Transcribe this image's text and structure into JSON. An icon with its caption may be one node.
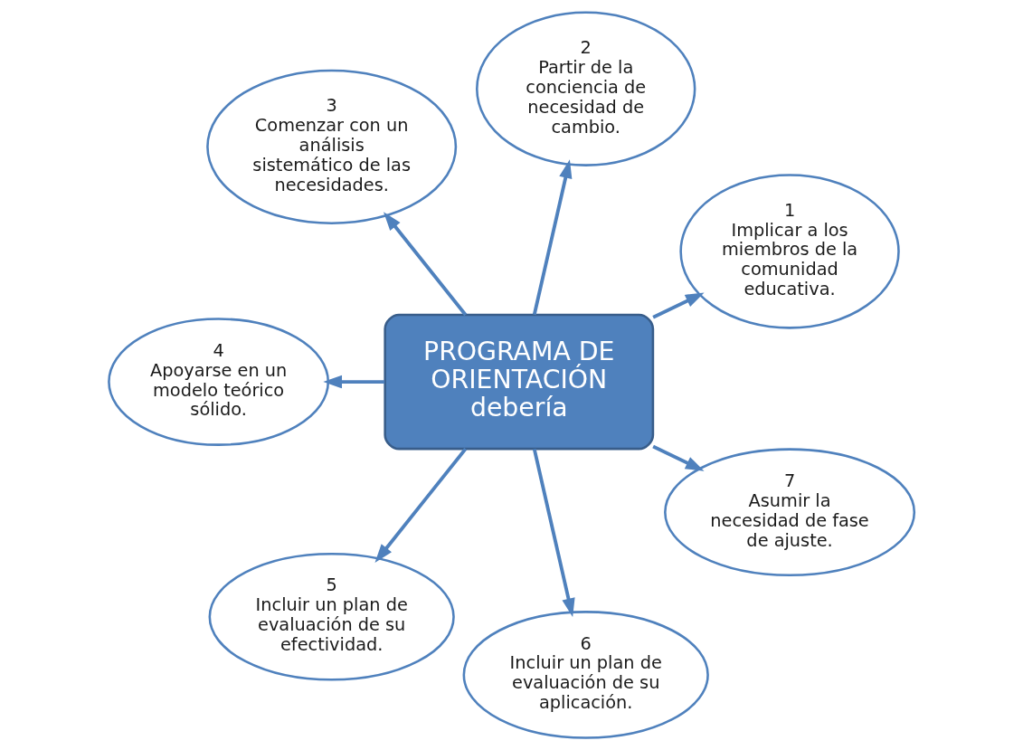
{
  "diagram": {
    "nodes": [
      {
        "text": [
          "PROGRAMA DE ORIENTACIÓN debería"
        ]
      },
      {
        "text": [
          "1",
          "Implicar a los miembros de la comunidad educativa."
        ]
      },
      {
        "text": [
          "2",
          "Partir de la conciencia de necesidad de cambio."
        ]
      },
      {
        "text": [
          "3",
          "Comenzar con un análisis sistemático de las necesidades."
        ]
      },
      {
        "text": [
          "4",
          "Apoyarse en un modelo teórico sólido."
        ]
      },
      {
        "text": [
          "5",
          "Incluir un plan de evaluación de su efectividad."
        ]
      },
      {
        "text": [
          "6",
          "Incluir un plan de evaluación de su aplicación."
        ]
      },
      {
        "text": [
          "7",
          "Asumir la necesidad de fase de ajuste."
        ]
      }
    ],
    "edges": [
      {
        "from": 0,
        "to": 1,
        "arrow": "to"
      },
      {
        "from": 0,
        "to": 2,
        "arrow": "to"
      },
      {
        "from": 0,
        "to": 3,
        "arrow": "to"
      },
      {
        "from": 0,
        "to": 4,
        "arrow": "to"
      },
      {
        "from": 0,
        "to": 5,
        "arrow": "to"
      },
      {
        "from": 0,
        "to": 6,
        "arrow": "to"
      },
      {
        "from": 0,
        "to": 7,
        "arrow": "to"
      }
    ]
  }
}
